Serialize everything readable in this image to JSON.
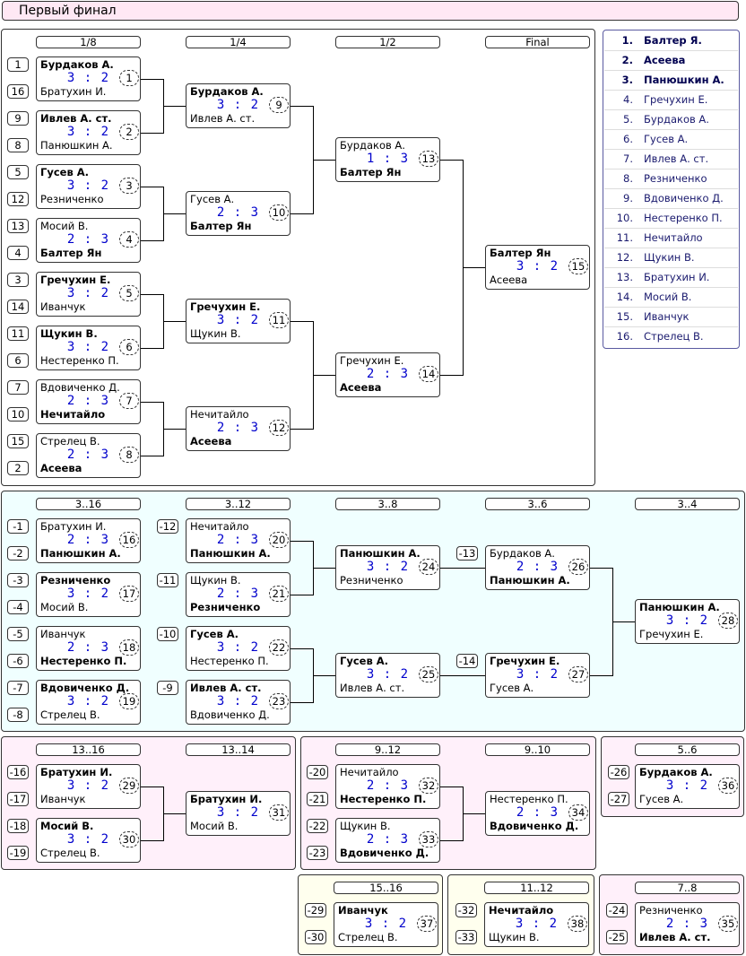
{
  "title": "Первый финал",
  "results": [
    {
      "place": "1.",
      "name": "Балтер Я."
    },
    {
      "place": "2.",
      "name": "Асеева"
    },
    {
      "place": "3.",
      "name": "Панюшкин А."
    },
    {
      "place": "4.",
      "name": "Гречухин Е."
    },
    {
      "place": "5.",
      "name": "Бурдаков А."
    },
    {
      "place": "6.",
      "name": "Гусев А."
    },
    {
      "place": "7.",
      "name": "Ивлев А. ст."
    },
    {
      "place": "8.",
      "name": "Резниченко"
    },
    {
      "place": "9.",
      "name": "Вдовиченко Д."
    },
    {
      "place": "10.",
      "name": "Нестеренко П."
    },
    {
      "place": "11.",
      "name": "Нечитайло"
    },
    {
      "place": "12.",
      "name": "Щукин В."
    },
    {
      "place": "13.",
      "name": "Братухин И."
    },
    {
      "place": "14.",
      "name": "Мосий В."
    },
    {
      "place": "15.",
      "name": "Иванчук"
    },
    {
      "place": "16.",
      "name": "Стрелец В."
    }
  ],
  "headers": [
    {
      "label": "1/8"
    },
    {
      "label": "1/4"
    },
    {
      "label": "1/2"
    },
    {
      "label": "Final"
    },
    {
      "label": "3..16"
    },
    {
      "label": "3..12"
    },
    {
      "label": "3..8"
    },
    {
      "label": "3..6"
    },
    {
      "label": "3..4"
    },
    {
      "label": "13..16"
    },
    {
      "label": "13..14"
    },
    {
      "label": "9..12"
    },
    {
      "label": "9..10"
    },
    {
      "label": "5..6"
    },
    {
      "label": "15..16"
    },
    {
      "label": "11..12"
    },
    {
      "label": "7..8"
    }
  ],
  "matches": [
    {
      "no": "1",
      "p1": "Бурдаков А.",
      "p2": "Братухин И.",
      "score": "3 : 2",
      "winner": 1
    },
    {
      "no": "2",
      "p1": "Ивлев А. ст.",
      "p2": "Панюшкин А.",
      "score": "3 : 2",
      "winner": 1
    },
    {
      "no": "3",
      "p1": "Гусев А.",
      "p2": "Резниченко",
      "score": "3 : 2",
      "winner": 1
    },
    {
      "no": "4",
      "p1": "Мосий В.",
      "p2": "Балтер Ян",
      "score": "2 : 3",
      "winner": 2
    },
    {
      "no": "5",
      "p1": "Гречухин Е.",
      "p2": "Иванчук",
      "score": "3 : 2",
      "winner": 1
    },
    {
      "no": "6",
      "p1": "Щукин В.",
      "p2": "Нестеренко П.",
      "score": "3 : 2",
      "winner": 1
    },
    {
      "no": "7",
      "p1": "Вдовиченко Д.",
      "p2": "Нечитайло",
      "score": "2 : 3",
      "winner": 2
    },
    {
      "no": "8",
      "p1": "Стрелец В.",
      "p2": "Асеева",
      "score": "2 : 3",
      "winner": 2
    },
    {
      "no": "9",
      "p1": "Бурдаков А.",
      "p2": "Ивлев А. ст.",
      "score": "3 : 2",
      "winner": 1
    },
    {
      "no": "10",
      "p1": "Гусев А.",
      "p2": "Балтер Ян",
      "score": "2 : 3",
      "winner": 2
    },
    {
      "no": "11",
      "p1": "Гречухин Е.",
      "p2": "Щукин В.",
      "score": "3 : 2",
      "winner": 1
    },
    {
      "no": "12",
      "p1": "Нечитайло",
      "p2": "Асеева",
      "score": "2 : 3",
      "winner": 2
    },
    {
      "no": "13",
      "p1": "Бурдаков А.",
      "p2": "Балтер Ян",
      "score": "1 : 3",
      "winner": 2
    },
    {
      "no": "14",
      "p1": "Гречухин Е.",
      "p2": "Асеева",
      "score": "2 : 3",
      "winner": 2
    },
    {
      "no": "15",
      "p1": "Балтер Ян",
      "p2": "Асеева",
      "score": "3 : 2",
      "winner": 1
    },
    {
      "no": "16",
      "p1": "Братухин И.",
      "p2": "Панюшкин А.",
      "score": "2 : 3",
      "winner": 2
    },
    {
      "no": "17",
      "p1": "Резниченко",
      "p2": "Мосий В.",
      "score": "3 : 2",
      "winner": 1
    },
    {
      "no": "18",
      "p1": "Иванчук",
      "p2": "Нестеренко П.",
      "score": "2 : 3",
      "winner": 2
    },
    {
      "no": "19",
      "p1": "Вдовиченко Д.",
      "p2": "Стрелец В.",
      "score": "3 : 2",
      "winner": 1
    },
    {
      "no": "20",
      "p1": "Нечитайло",
      "p2": "Панюшкин А.",
      "score": "2 : 3",
      "winner": 2
    },
    {
      "no": "21",
      "p1": "Щукин В.",
      "p2": "Резниченко",
      "score": "2 : 3",
      "winner": 2
    },
    {
      "no": "22",
      "p1": "Гусев А.",
      "p2": "Нестеренко П.",
      "score": "3 : 2",
      "winner": 1
    },
    {
      "no": "23",
      "p1": "Ивлев А. ст.",
      "p2": "Вдовиченко Д.",
      "score": "3 : 2",
      "winner": 1
    },
    {
      "no": "24",
      "p1": "Панюшкин А.",
      "p2": "Резниченко",
      "score": "3 : 2",
      "winner": 1
    },
    {
      "no": "25",
      "p1": "Гусев А.",
      "p2": "Ивлев А. ст.",
      "score": "3 : 2",
      "winner": 1
    },
    {
      "no": "26",
      "p1": "Бурдаков А.",
      "p2": "Панюшкин А.",
      "score": "2 : 3",
      "winner": 2
    },
    {
      "no": "27",
      "p1": "Гречухин Е.",
      "p2": "Гусев А.",
      "score": "3 : 2",
      "winner": 1
    },
    {
      "no": "28",
      "p1": "Панюшкин А.",
      "p2": "Гречухин Е.",
      "score": "3 : 2",
      "winner": 1
    },
    {
      "no": "29",
      "p1": "Братухин И.",
      "p2": "Иванчук",
      "score": "3 : 2",
      "winner": 1
    },
    {
      "no": "30",
      "p1": "Мосий В.",
      "p2": "Стрелец В.",
      "score": "3 : 2",
      "winner": 1
    },
    {
      "no": "31",
      "p1": "Братухин И.",
      "p2": "Мосий В.",
      "score": "3 : 2",
      "winner": 1
    },
    {
      "no": "32",
      "p1": "Нечитайло",
      "p2": "Нестеренко П.",
      "score": "2 : 3",
      "winner": 2
    },
    {
      "no": "33",
      "p1": "Щукин В.",
      "p2": "Вдовиченко Д.",
      "score": "2 : 3",
      "winner": 2
    },
    {
      "no": "34",
      "p1": "Нестеренко П.",
      "p2": "Вдовиченко Д.",
      "score": "2 : 3",
      "winner": 2
    },
    {
      "no": "35",
      "p1": "Резниченко",
      "p2": "Ивлев А. ст.",
      "score": "2 : 3",
      "winner": 2
    },
    {
      "no": "36",
      "p1": "Бурдаков А.",
      "p2": "Гусев А.",
      "score": "3 : 2",
      "winner": 1
    },
    {
      "no": "37",
      "p1": "Иванчук",
      "p2": "Стрелец В.",
      "score": "3 : 2",
      "winner": 1
    },
    {
      "no": "38",
      "p1": "Нечитайло",
      "p2": "Щукин В.",
      "score": "3 : 2",
      "winner": 1
    }
  ],
  "seeds": [
    "1",
    "16",
    "9",
    "8",
    "5",
    "12",
    "13",
    "4",
    "3",
    "14",
    "11",
    "6",
    "7",
    "10",
    "15",
    "2",
    "-1",
    "-2",
    "-3",
    "-4",
    "-5",
    "-6",
    "-7",
    "-8",
    "-12",
    "-11",
    "-10",
    "-9",
    "-13",
    "-14",
    "-16",
    "-17",
    "-18",
    "-19",
    "-20",
    "-21",
    "-22",
    "-23",
    "-26",
    "-27",
    "-29",
    "-30",
    "-32",
    "-33",
    "-24",
    "-25"
  ],
  "colors": {
    "upper_bg": "#ffffff",
    "lower_bg": "#f0ffff",
    "pink_bg": "#fff0fa",
    "yellow_bg": "#ffffee",
    "score": "#0000cc"
  }
}
